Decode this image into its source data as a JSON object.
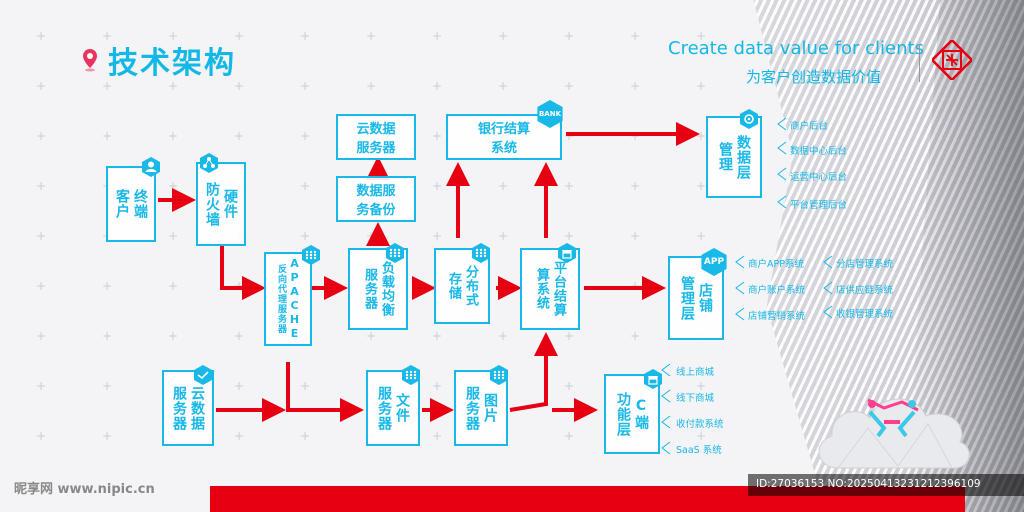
{
  "title": "技术架构",
  "slogan": {
    "en": "Create data value for clients",
    "cn": "为客户创造数据价值"
  },
  "nodes": {
    "client": {
      "cols": [
        "终端",
        "客户"
      ]
    },
    "firewall": {
      "cols": [
        "硬件",
        "防火墙"
      ]
    },
    "apache": {
      "cols": [
        "APACHE",
        "反向代理服务器"
      ]
    },
    "lb": {
      "cols": [
        "负载均衡",
        "服务器"
      ]
    },
    "dist": {
      "cols": [
        "分布式",
        "存储"
      ]
    },
    "platform": {
      "cols": [
        "平台结算",
        "算系统"
      ]
    },
    "cloud_data_server": {
      "lines": [
        "云数据",
        "服务器"
      ]
    },
    "data_backup": {
      "lines": [
        "数据服",
        "务备份"
      ]
    },
    "bank": {
      "lines": [
        "银行结算",
        "系统"
      ]
    },
    "data_mgmt": {
      "cols": [
        "数据层",
        "管理"
      ]
    },
    "store_mgmt": {
      "cols": [
        "店铺",
        "管理层"
      ]
    },
    "cloud_server": {
      "cols": [
        "云数据",
        "服务器"
      ]
    },
    "file_server": {
      "cols": [
        "文件",
        "服务器"
      ]
    },
    "image_server": {
      "cols": [
        "图片",
        "服务器"
      ]
    },
    "c_end": {
      "cols": [
        "C端",
        "功能层"
      ]
    }
  },
  "bank_badge": "BANK",
  "app_badge": "APP",
  "data_items": [
    "商户后台",
    "数据中心后台",
    "运营中心后台",
    "平台管理后台"
  ],
  "store_items_left": [
    "商户APP系统",
    "商户账户系统",
    "店铺营销系统"
  ],
  "store_items_right": [
    "分店管理系统",
    "店供应链系统",
    "收银管理系统"
  ],
  "c_items": [
    "线上商城",
    "线下商城",
    "收付款系统",
    "SaaS 系统"
  ],
  "watermark": {
    "site": "昵享网 www.nipic.cn",
    "id": "ID:27036153 NO:20250413231212396109"
  },
  "colors": {
    "accent": "#18b8e8",
    "arrow": "#e60012"
  }
}
